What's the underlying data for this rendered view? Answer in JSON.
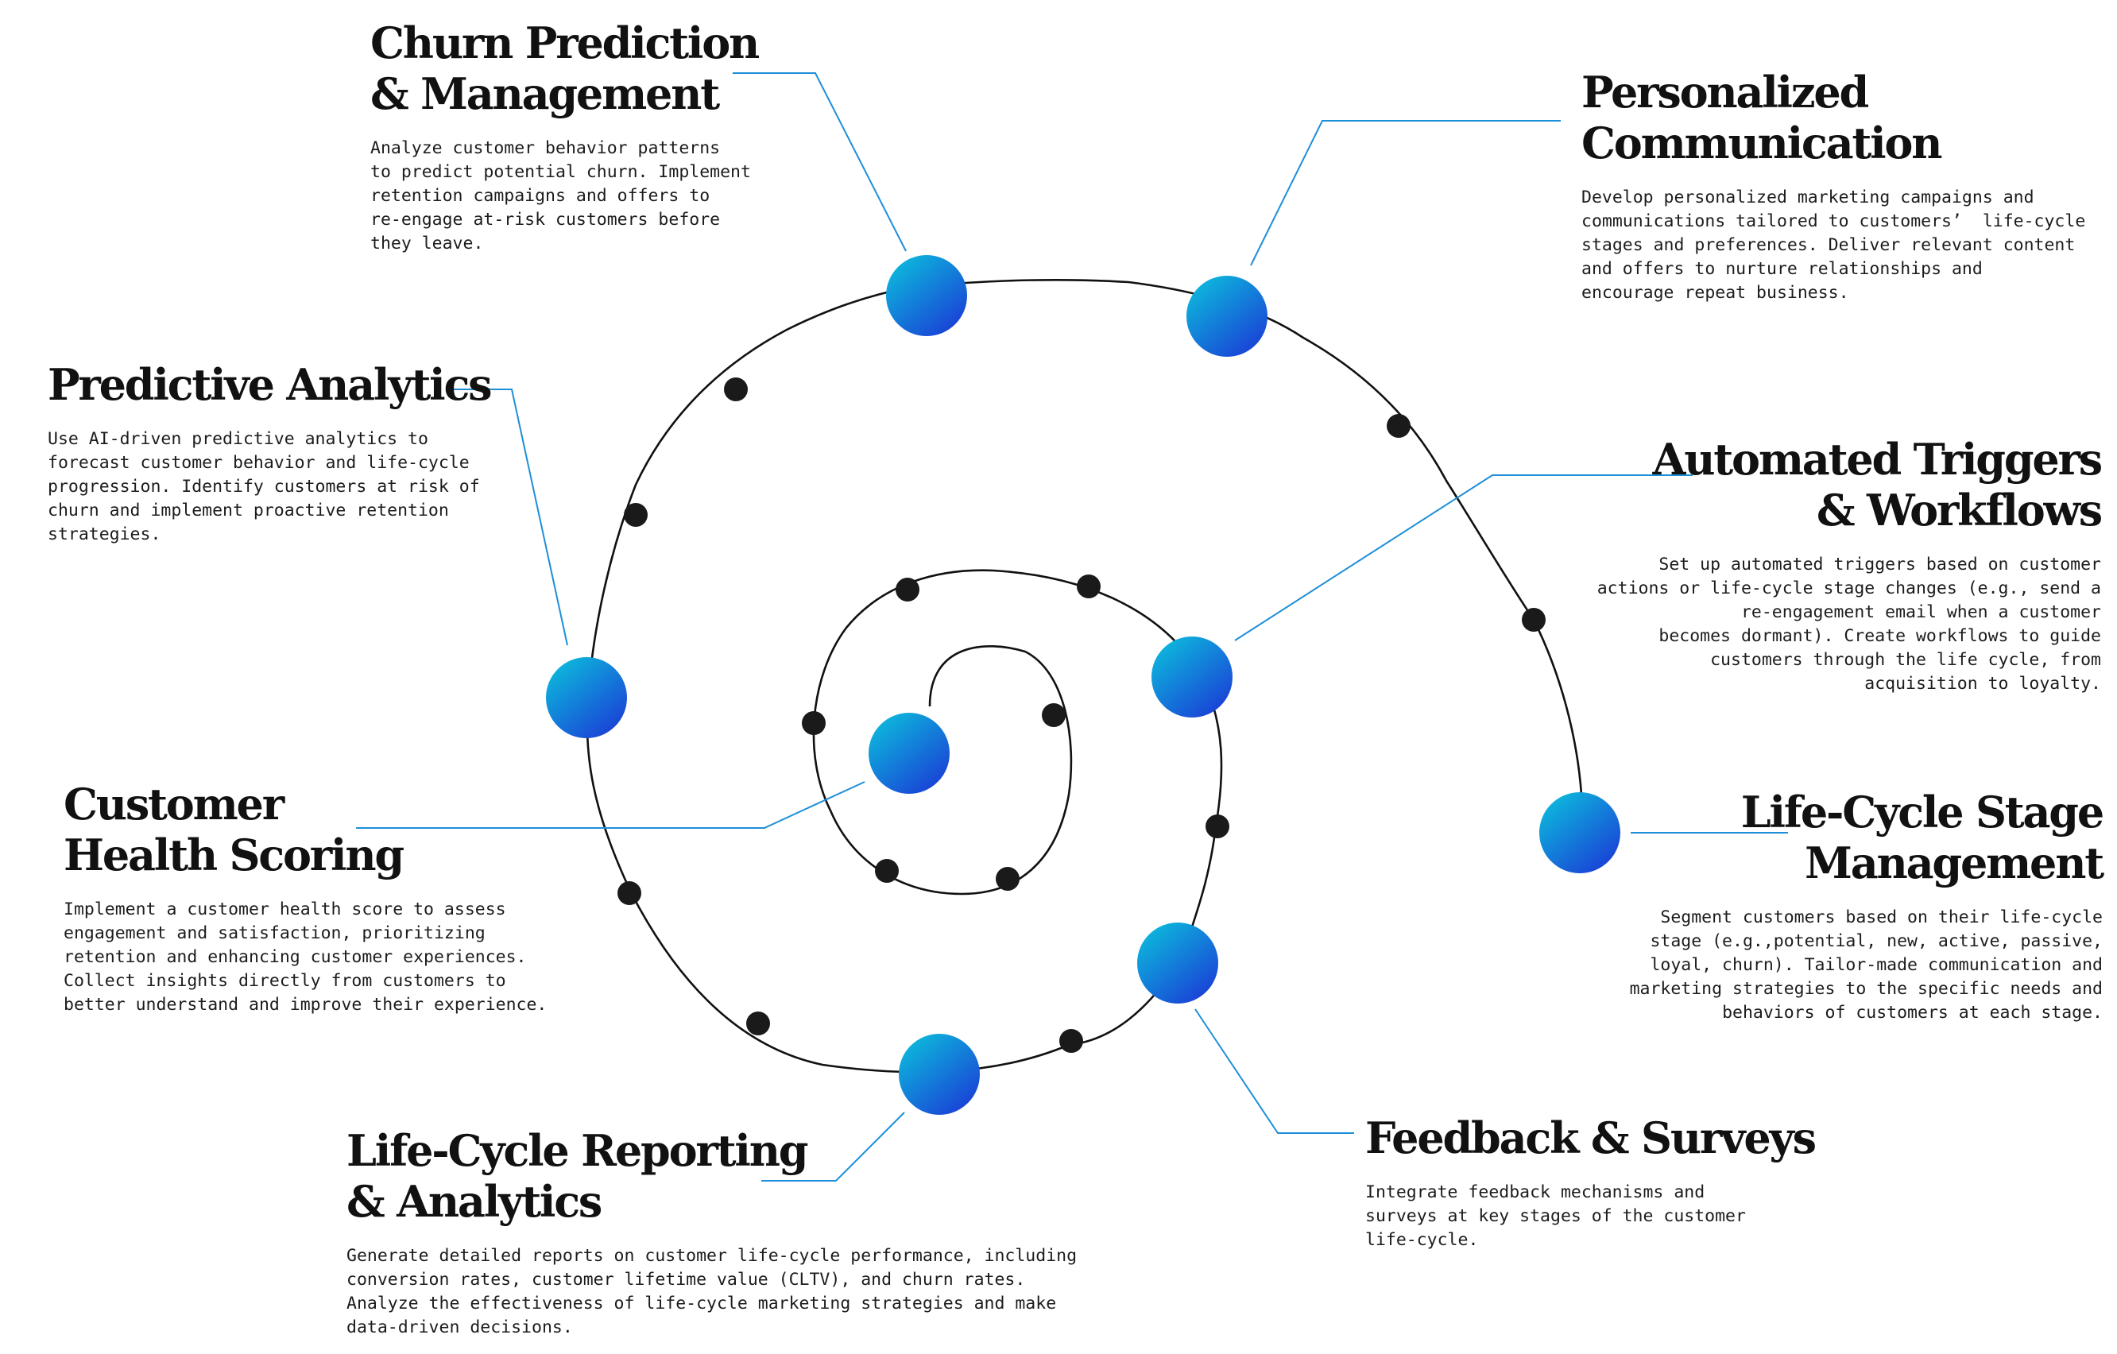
{
  "colors": {
    "node_start": "#0db4dc",
    "node_end": "#1a3fd6",
    "connector": "#1d8fd8",
    "spiral": "#111111",
    "dot": "#1a1a1a",
    "text": "#111111"
  },
  "items": [
    {
      "title_lines": [
        "Churn Prediction",
        "& Management"
      ],
      "desc_lines": [
        "Analyze customer behavior patterns",
        "to predict potential churn. Implement",
        "retention campaigns and offers to",
        "re-engage at-risk customers before",
        "they leave."
      ]
    },
    {
      "title_lines": [
        "Personalized",
        "Communication"
      ],
      "desc_lines": [
        "Develop personalized marketing campaigns and",
        "communications tailored to customers’  life-cycle",
        "stages and preferences. Deliver relevant content",
        "and offers to nurture relationships and",
        "encourage repeat business."
      ]
    },
    {
      "title_lines": [
        "Predictive Analytics"
      ],
      "desc_lines": [
        "Use AI-driven predictive analytics to",
        "forecast customer behavior and life-cycle",
        "progression. Identify customers at risk of",
        "churn and implement proactive retention",
        "strategies."
      ]
    },
    {
      "title_lines": [
        "Automated Triggers",
        "& Workflows"
      ],
      "desc_lines": [
        "Set up automated triggers based on customer",
        "actions or life-cycle stage changes (e.g., send a",
        "re-engagement email when a customer",
        "becomes dormant). Create workflows to guide",
        "customers through the life cycle, from",
        "acquisition to loyalty."
      ]
    },
    {
      "title_lines": [
        "Customer",
        "Health Scoring"
      ],
      "desc_lines": [
        "Implement a customer health score to assess",
        "engagement and satisfaction, prioritizing",
        "retention and enhancing customer experiences.",
        "Collect insights directly from customers to",
        "better understand and improve their experience."
      ]
    },
    {
      "title_lines": [
        "Life-Cycle Stage",
        "Management"
      ],
      "desc_lines": [
        "Segment customers based on their life-cycle",
        "stage (e.g.,potential, new, active, passive,",
        "loyal, churn). Tailor-made communication and",
        "marketing strategies to the specific needs and",
        "behaviors of customers at each stage."
      ]
    },
    {
      "title_lines": [
        "Life-Cycle Reporting",
        "& Analytics"
      ],
      "desc_lines": [
        "Generate detailed reports on customer life-cycle performance, including",
        "conversion rates, customer lifetime value (CLTV), and churn rates.",
        "Analyze the effectiveness of life-cycle marketing strategies and make",
        "data-driven decisions."
      ]
    },
    {
      "title_lines": [
        "Feedback & Surveys"
      ],
      "desc_lines": [
        "Integrate feedback mechanisms and",
        "surveys at key stages of the customer",
        "life-cycle."
      ]
    }
  ]
}
